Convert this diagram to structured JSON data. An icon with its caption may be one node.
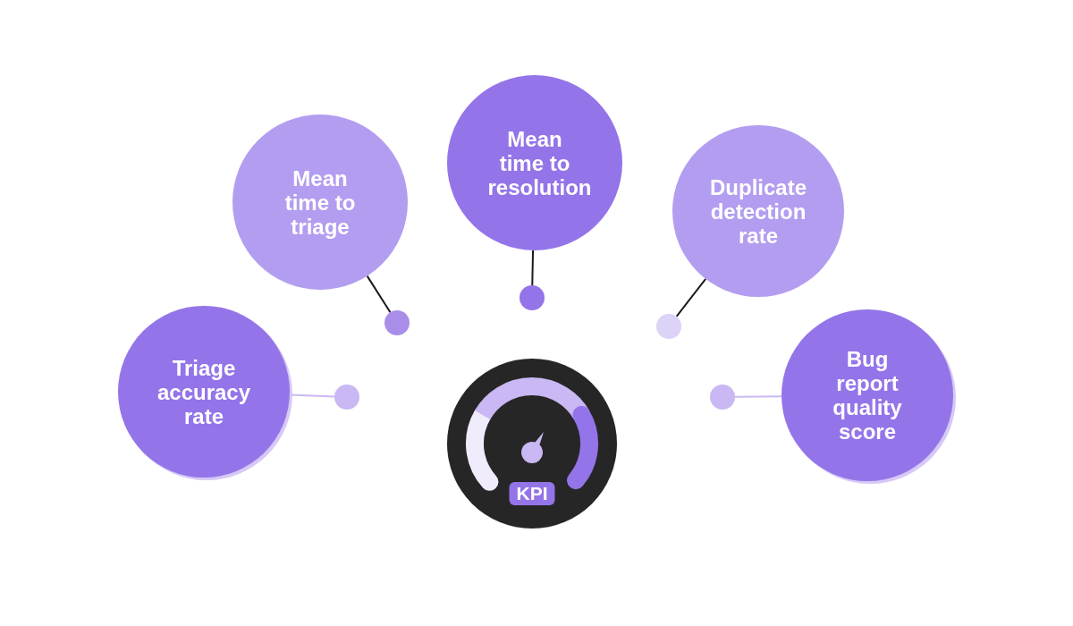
{
  "diagram": {
    "nodes": [
      {
        "text": [
          "Mean time to triage"
        ]
      },
      {
        "text": [
          "Mean time to resolution"
        ]
      },
      {
        "text": [
          "Duplicate detection rate"
        ]
      },
      {
        "text": [
          "Triage accuracy rate"
        ]
      },
      {
        "text": [
          "Bug report quality score"
        ]
      },
      {
        "text": [
          "KPI"
        ]
      },
      {
        "text": [],
        "shape": "circle"
      },
      {
        "text": [],
        "shape": "circle"
      },
      {
        "text": [],
        "shape": "circle"
      },
      {
        "text": [],
        "shape": "circle"
      },
      {
        "text": [],
        "shape": "circle"
      }
    ],
    "edges": [
      {
        "from": 0,
        "to": 7,
        "arrow": "none"
      },
      {
        "from": 1,
        "to": 8,
        "arrow": "none"
      },
      {
        "from": 2,
        "to": 9,
        "arrow": "none"
      },
      {
        "from": 3,
        "to": 6,
        "arrow": "none",
        "color": "#c9b8f3"
      },
      {
        "from": 4,
        "to": 10,
        "arrow": "none",
        "color": "#c9b8f3"
      }
    ]
  }
}
